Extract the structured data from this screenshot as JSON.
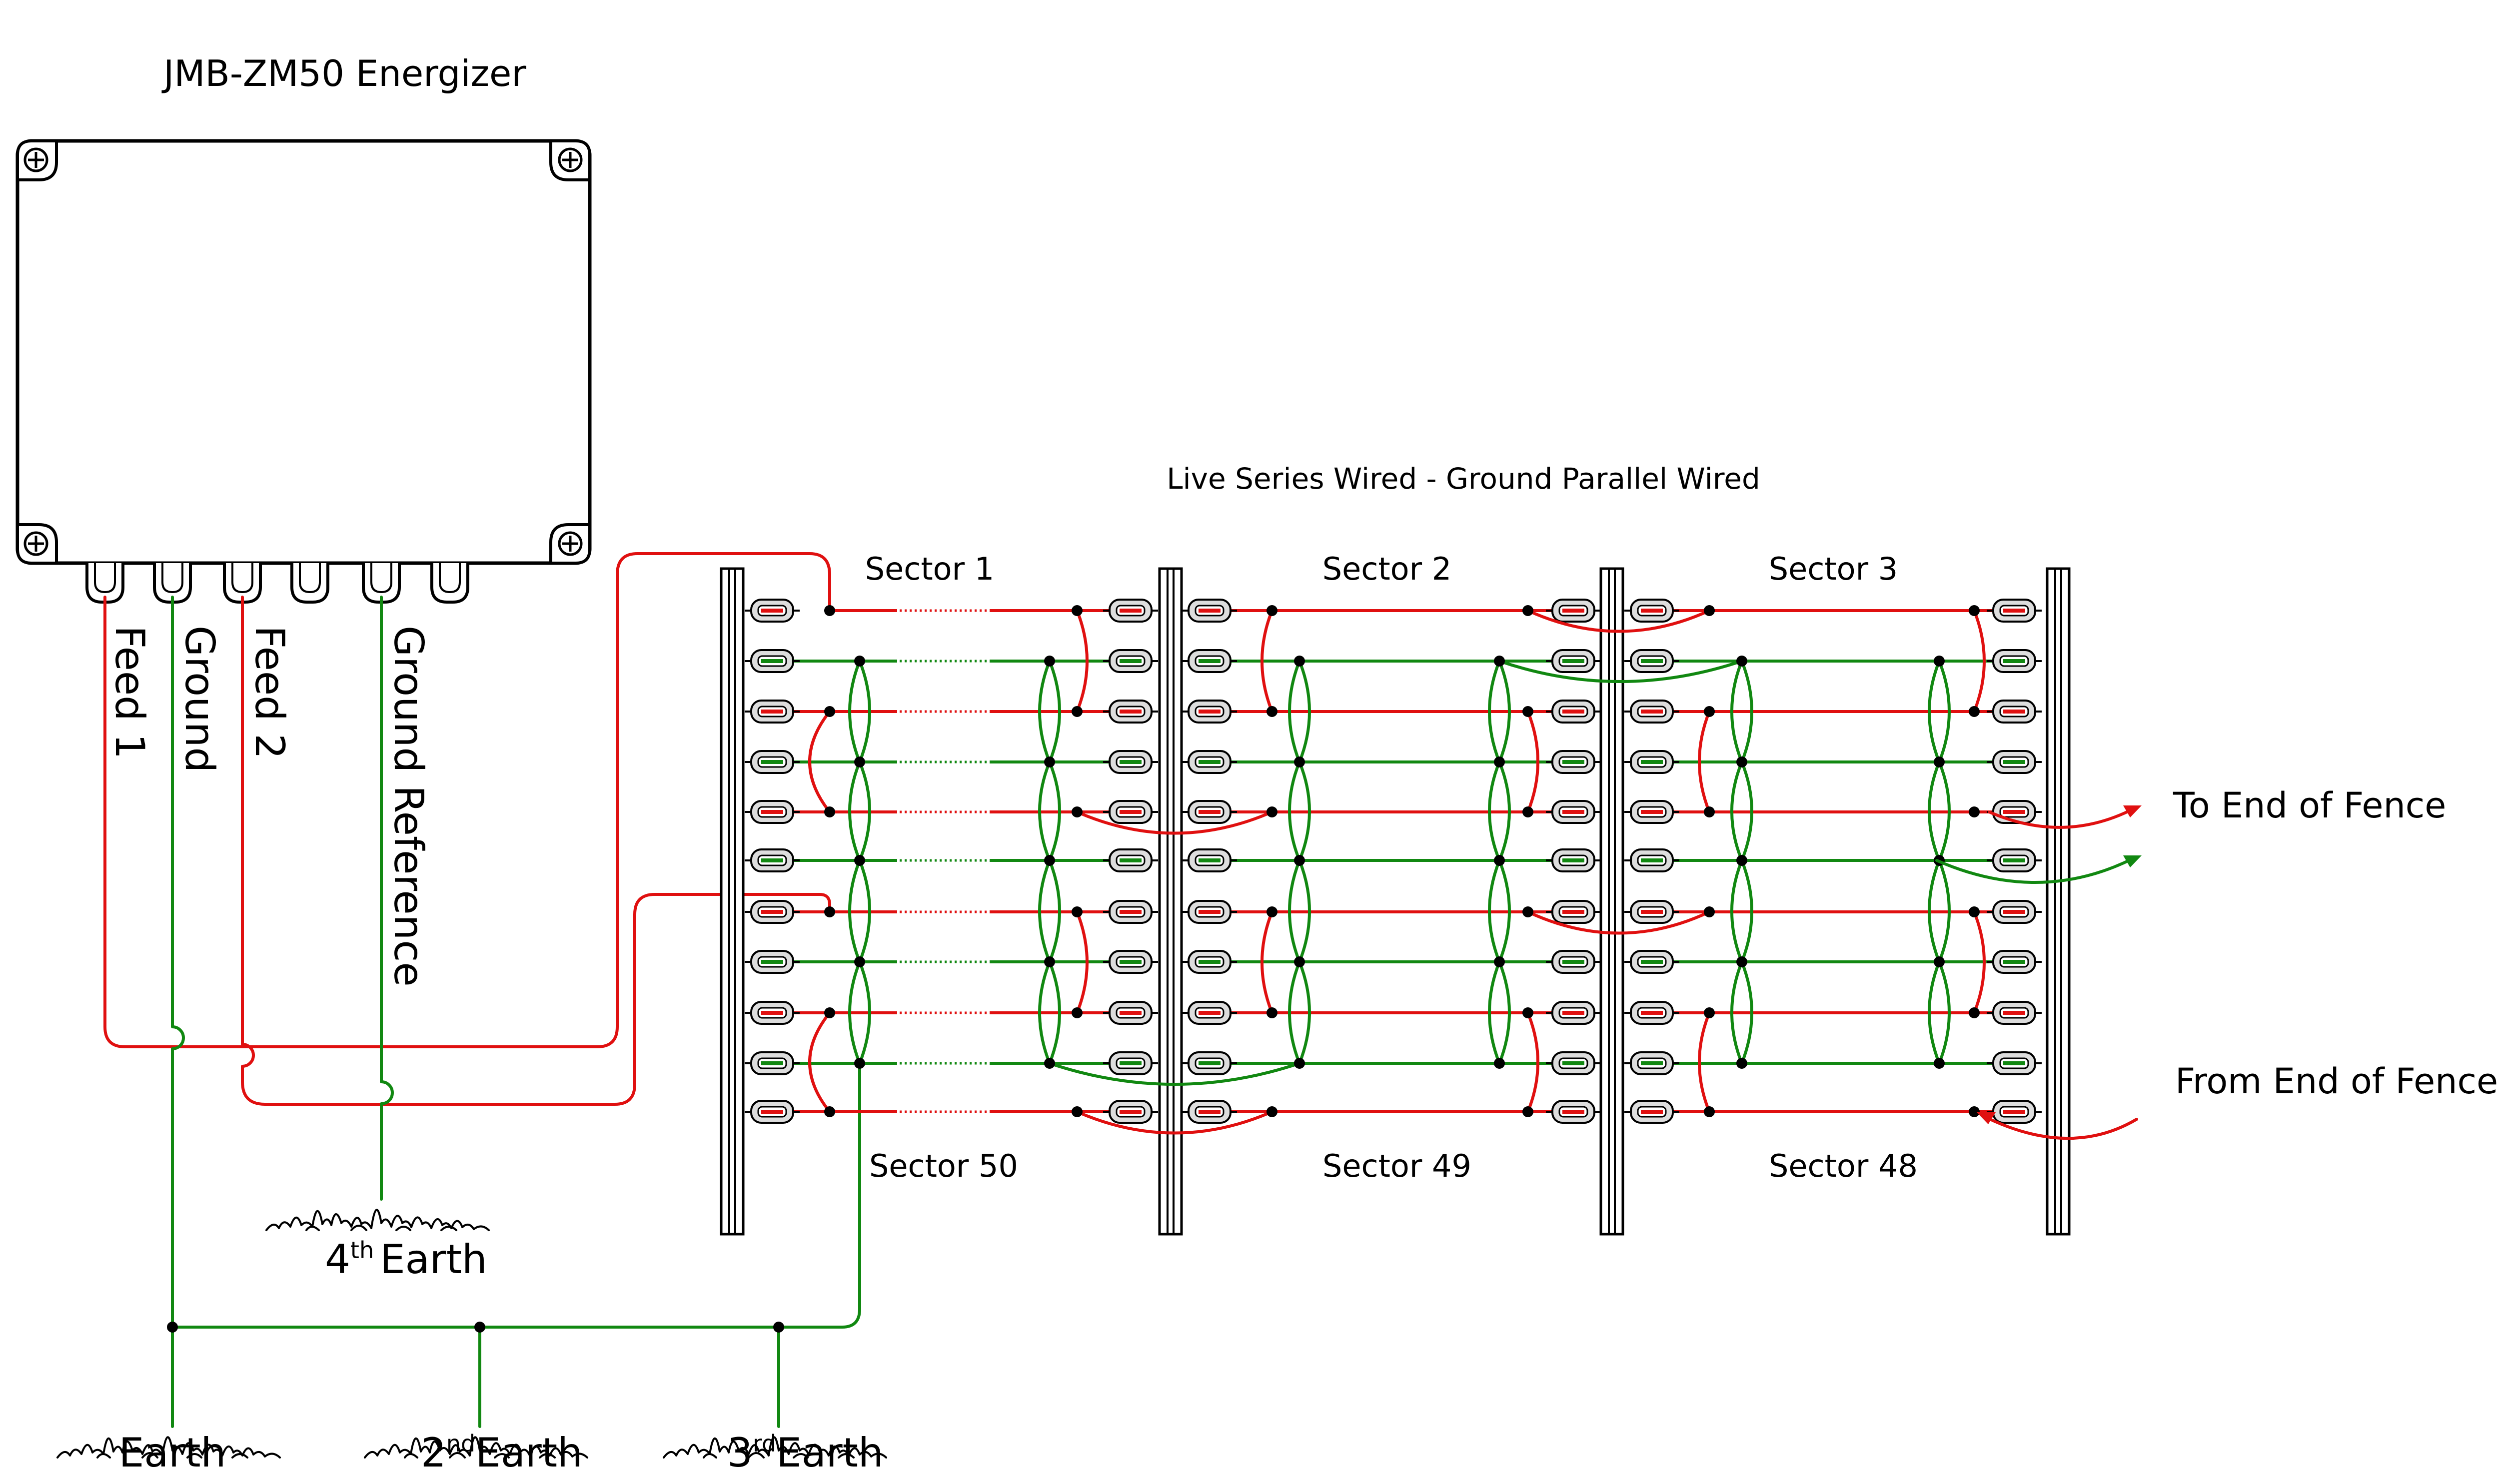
{
  "title": "JMB-ZM50 Energizer",
  "wiring_caption": "Live Series Wired - Ground Parallel Wired",
  "terminals": [
    "Feed 1",
    "Ground",
    "Feed 2",
    "Ground Reference"
  ],
  "sectors_top": [
    "Sector 1",
    "Sector 2",
    "Sector 3"
  ],
  "sectors_bottom": [
    "Sector 50",
    "Sector 49",
    "Sector 48"
  ],
  "to_end": "To End of Fence",
  "from_end": "From End of Fence",
  "earths": {
    "fourth": {
      "num": "4",
      "sup": "th",
      "word": "Earth"
    },
    "first": {
      "word": "Earth"
    },
    "second": {
      "num": "2",
      "sup": "nd",
      "word": "Earth"
    },
    "third": {
      "num": "3",
      "sup": "rd",
      "word": "Earth"
    }
  },
  "colors": {
    "live": "#e01010",
    "ground": "#118811",
    "outline": "#000000",
    "insulator": "#bbbbbb"
  }
}
